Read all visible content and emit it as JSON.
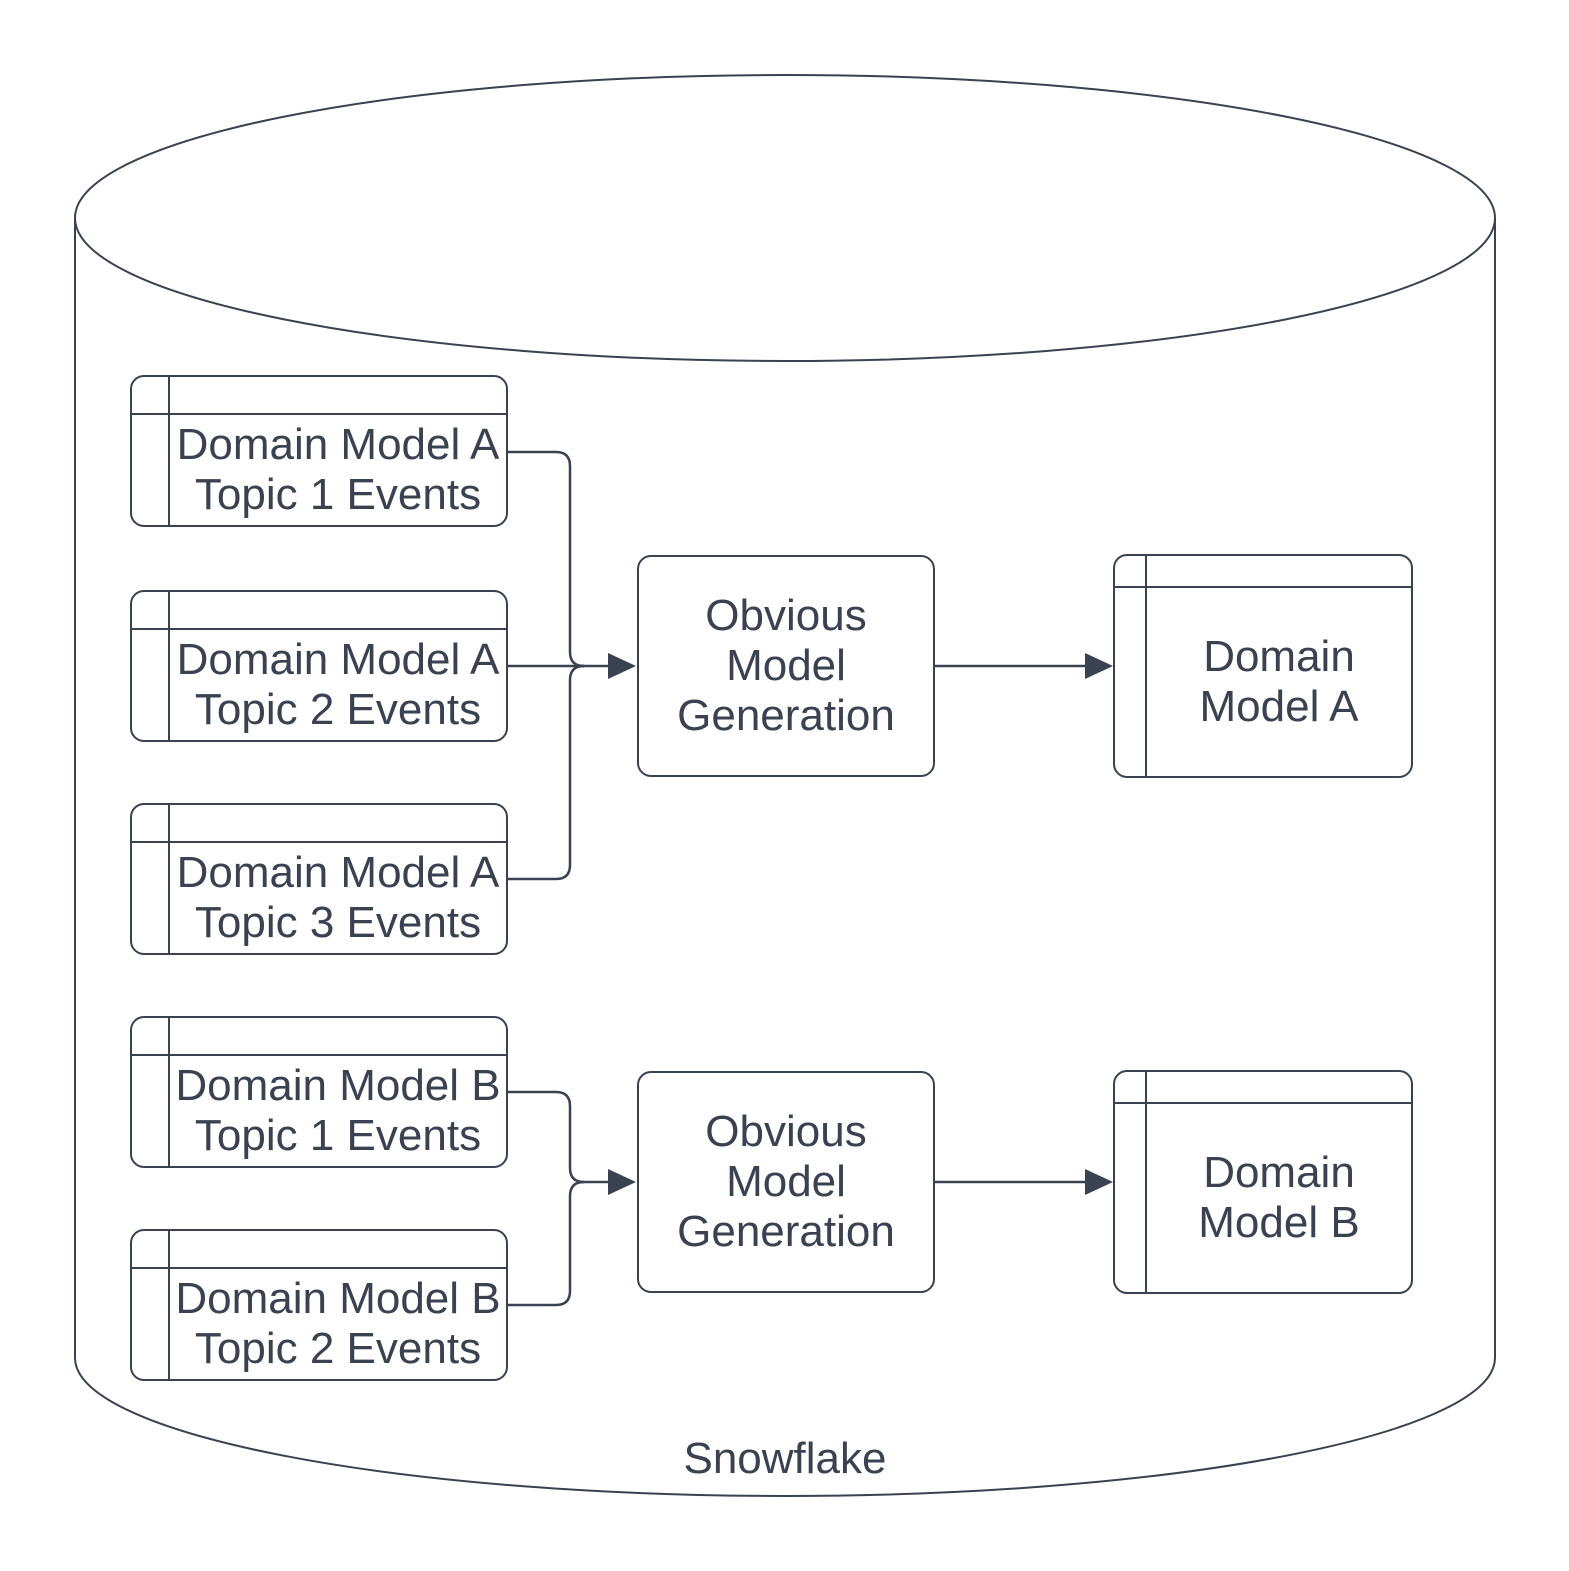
{
  "diagram": {
    "cylinder": {
      "label": "Snowflake"
    },
    "colors": {
      "stroke": "#3A4150",
      "text": "#3A4150",
      "background": "#FFFFFF"
    },
    "topic_tables": [
      {
        "id": "a-topic-1",
        "lines": [
          "Domain Model A",
          "Topic 1 Events"
        ]
      },
      {
        "id": "a-topic-2",
        "lines": [
          "Domain Model A",
          "Topic 2 Events"
        ]
      },
      {
        "id": "a-topic-3",
        "lines": [
          "Domain Model A",
          "Topic 3 Events"
        ]
      },
      {
        "id": "b-topic-1",
        "lines": [
          "Domain Model B",
          "Topic 1 Events"
        ]
      },
      {
        "id": "b-topic-2",
        "lines": [
          "Domain Model B",
          "Topic 2 Events"
        ]
      }
    ],
    "generators": [
      {
        "id": "generation-a",
        "lines": [
          "Obvious",
          "Model",
          "Generation"
        ]
      },
      {
        "id": "generation-b",
        "lines": [
          "Obvious",
          "Model",
          "Generation"
        ]
      }
    ],
    "model_tables": [
      {
        "id": "model-a",
        "lines": [
          "Domain",
          "Model A"
        ]
      },
      {
        "id": "model-b",
        "lines": [
          "Domain",
          "Model B"
        ]
      }
    ]
  }
}
